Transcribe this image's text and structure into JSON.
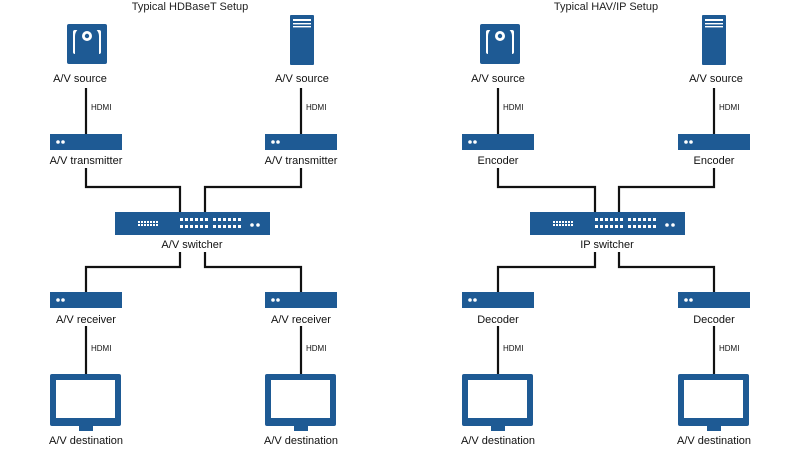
{
  "colors": {
    "device": "#1e5a94",
    "wire": "#111111",
    "background": "#ffffff"
  },
  "left": {
    "title": "Typical HDBaseT Setup",
    "sources": [
      {
        "icon": "ptz-camera-icon",
        "label": "A/V source",
        "link": "HDMI"
      },
      {
        "icon": "tower-server-icon",
        "label": "A/V source",
        "link": "HDMI"
      }
    ],
    "senders": [
      "A/V transmitter",
      "A/V transmitter"
    ],
    "switch": "A/V switcher",
    "receivers": [
      "A/V receiver",
      "A/V receiver"
    ],
    "destinations": [
      {
        "icon": "monitor-icon",
        "label": "A/V destination",
        "link": "HDMI"
      },
      {
        "icon": "monitor-icon",
        "label": "A/V destination",
        "link": "HDMI"
      }
    ]
  },
  "right": {
    "title": "Typical HAV/IP Setup",
    "sources": [
      {
        "icon": "ptz-camera-icon",
        "label": "A/V source",
        "link": "HDMI"
      },
      {
        "icon": "tower-server-icon",
        "label": "A/V source",
        "link": "HDMI"
      }
    ],
    "senders": [
      "Encoder",
      "Encoder"
    ],
    "switch": "IP switcher",
    "receivers": [
      "Decoder",
      "Decoder"
    ],
    "destinations": [
      {
        "icon": "monitor-icon",
        "label": "A/V destination",
        "link": "HDMI"
      },
      {
        "icon": "monitor-icon",
        "label": "A/V destination",
        "link": "HDMI"
      }
    ]
  }
}
